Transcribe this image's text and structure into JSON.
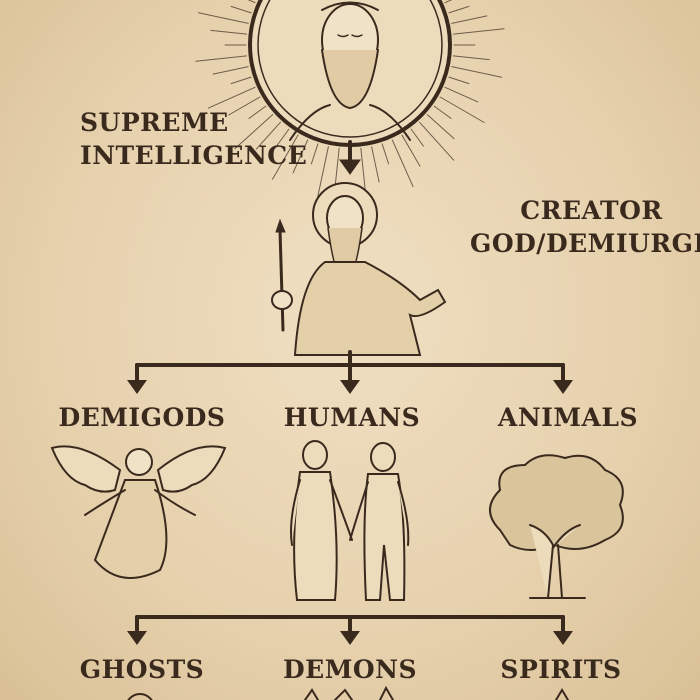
{
  "title_nodes": {
    "supreme": [
      "SUPREME",
      "INTELLIGENCE"
    ],
    "creator": [
      "CREATOR",
      "GOD/DEMIURGE"
    ]
  },
  "tier1": [
    "DEMIGODS",
    "HUMANS",
    "ANIMALS"
  ],
  "tier2": [
    "GHOSTS",
    "DEMONS",
    "SPIRITS"
  ],
  "colors": {
    "ink": "#3a2a1e",
    "paper": "#e8d5b5"
  }
}
